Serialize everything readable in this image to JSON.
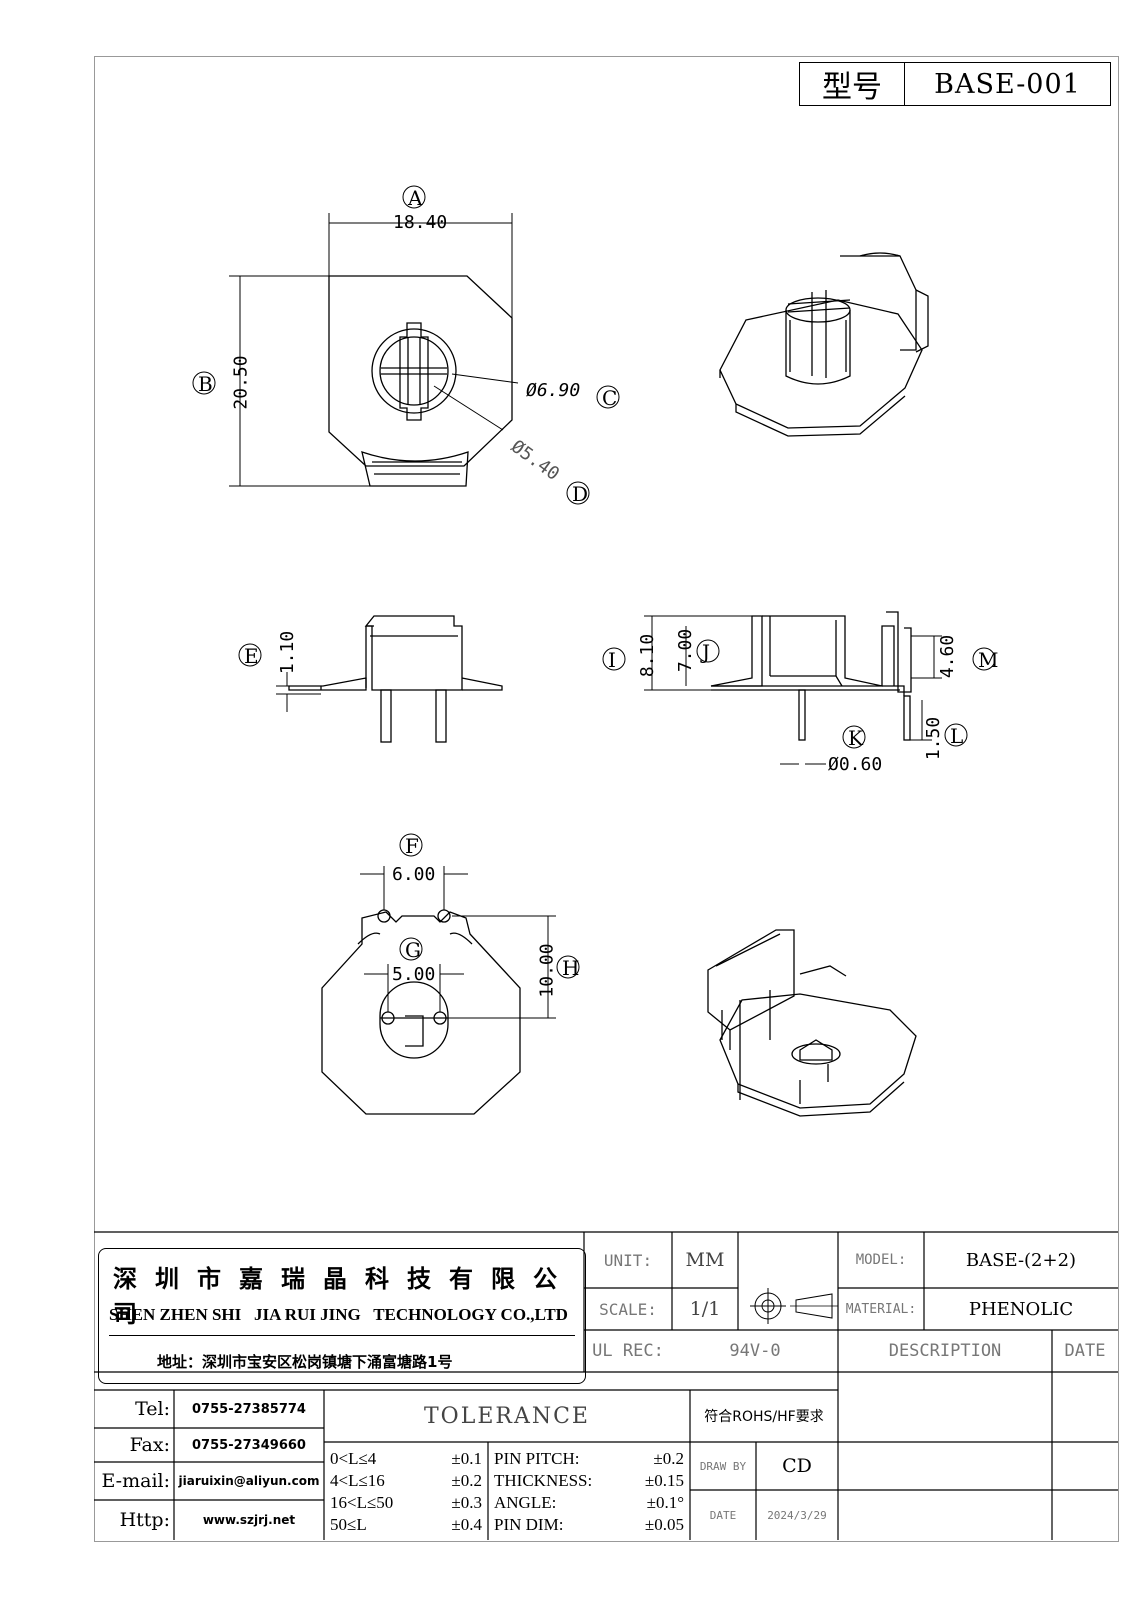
{
  "header": {
    "model_key": "型号",
    "model_value": "BASE-001"
  },
  "dimensions": {
    "A": {
      "letter": "A",
      "value": "18.40"
    },
    "B": {
      "letter": "B",
      "value": "20.50"
    },
    "C": {
      "letter": "C",
      "value": "Ø6.90"
    },
    "D": {
      "letter": "D",
      "value": "Ø5.40"
    },
    "E": {
      "letter": "E",
      "value": "1.10"
    },
    "F": {
      "letter": "F",
      "value": "6.00"
    },
    "G": {
      "letter": "G",
      "value": "5.00"
    },
    "H": {
      "letter": "H",
      "value": "10.00"
    },
    "I": {
      "letter": "I",
      "value": "8.10"
    },
    "J": {
      "letter": "J",
      "value": "7.00"
    },
    "K": {
      "letter": "K",
      "value": "Ø0.60"
    },
    "L": {
      "letter": "L",
      "value": "1.50"
    },
    "M": {
      "letter": "M",
      "value": "4.60"
    }
  },
  "company": {
    "name_cn": "深圳市嘉瑞晶科技有限公司",
    "name_en": "SHEN ZHEN SHI   JIA RUI JING   TECHNOLOGY CO.,LTD",
    "address": "地址：深圳市宝安区松岗镇塘下涌富塘路1号"
  },
  "title_block": {
    "unit_label": "UNIT:",
    "unit_value": "MM",
    "scale_label": "SCALE:",
    "scale_value": "1/1",
    "model_label": "MODEL:",
    "model_value": "BASE-(2+2)",
    "material_label": "MATERIAL:",
    "material_value": "PHENOLIC",
    "ul_label": "UL REC:",
    "ul_value": "94V-0",
    "description_label": "DESCRIPTION",
    "date_label": "DATE",
    "tolerance_label": "TOLERANCE",
    "rohs": "符合ROHS/HF要求",
    "drawn_label": "DRAW BY",
    "drawn_value": "CD",
    "date_small_label": "DATE",
    "date_value": "2024/3/29"
  },
  "contacts": [
    {
      "label": "Tel:",
      "value": "0755-27385774"
    },
    {
      "label": "Fax:",
      "value": "0755-27349660"
    },
    {
      "label": "E-mail:",
      "value": "jiaruixin@aliyun.com"
    },
    {
      "label": "Http:",
      "value": "www.szjrj.net"
    }
  ],
  "tolerances_len": [
    {
      "range": "0<L≤4",
      "tol": "±0.1"
    },
    {
      "range": "4<L≤16",
      "tol": "±0.2"
    },
    {
      "range": "16<L≤50",
      "tol": "±0.3"
    },
    {
      "range": "50≤L",
      "tol": "±0.4"
    }
  ],
  "tolerances_other": [
    {
      "name": "PIN PITCH:",
      "tol": "±0.2"
    },
    {
      "name": "THICKNESS:",
      "tol": "±0.15"
    },
    {
      "name": "ANGLE:",
      "tol": "±0.1°"
    },
    {
      "name": "PIN DIM:",
      "tol": "±0.05"
    }
  ]
}
